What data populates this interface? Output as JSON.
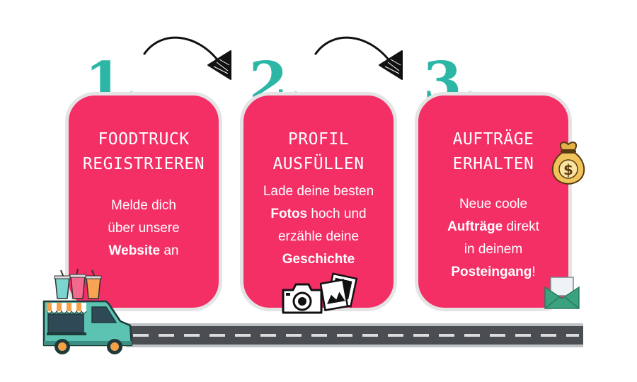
{
  "steps": [
    {
      "number": "1.",
      "title": "FOODTRUCK\nREGISTRIEREN",
      "desc": [
        {
          "text": "Melde dich",
          "bold": false,
          "br": true
        },
        {
          "text": "über unsere",
          "bold": false,
          "br": true
        },
        {
          "text": "Website",
          "bold": true,
          "br": false
        },
        {
          "text": " an",
          "bold": false,
          "br": false
        }
      ]
    },
    {
      "number": "2.",
      "title": "PROFIL\nAUSFÜLLEN",
      "desc": [
        {
          "text": "Lade deine besten",
          "bold": false,
          "br": true
        },
        {
          "text": "Fotos",
          "bold": true,
          "br": false
        },
        {
          "text": " hoch und",
          "bold": false,
          "br": true
        },
        {
          "text": "erzähle deine",
          "bold": false,
          "br": true
        },
        {
          "text": "Geschichte",
          "bold": true,
          "br": false
        }
      ]
    },
    {
      "number": "3.",
      "title": "AUFTRÄGE\nERHALTEN",
      "desc": [
        {
          "text": "Neue coole",
          "bold": false,
          "br": true
        },
        {
          "text": "Aufträge",
          "bold": true,
          "br": false
        },
        {
          "text": " direkt",
          "bold": false,
          "br": true
        },
        {
          "text": "in deinem",
          "bold": false,
          "br": true
        },
        {
          "text": "Posteingang",
          "bold": true,
          "br": false
        },
        {
          "text": "!",
          "bold": false,
          "br": false
        }
      ]
    }
  ],
  "money_bag_symbol": "$",
  "colors": {
    "card": "#f42f66",
    "number": "#2bb6a6",
    "road": "#4a4e53",
    "truck": "#5cc3b3"
  },
  "icons": [
    "arrow-icon",
    "money-bag-icon",
    "camera-icon",
    "photos-icon",
    "envelope-icon",
    "food-truck-icon",
    "drink-cups-icon"
  ]
}
